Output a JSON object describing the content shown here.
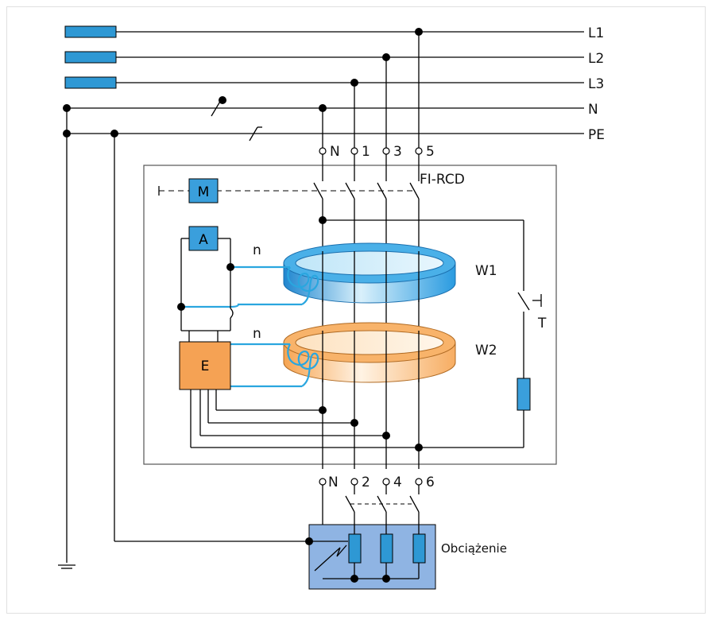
{
  "lines": {
    "l1": "L1",
    "l2": "L2",
    "l3": "L3",
    "n": "N",
    "pe": "PE"
  },
  "top_terminals": {
    "n": "N",
    "t1": "1",
    "t3": "3",
    "t5": "5"
  },
  "bottom_terminals": {
    "n": "N",
    "t2": "2",
    "t4": "4",
    "t6": "6"
  },
  "device_label": "FI-RCD",
  "blocks": {
    "m": "M",
    "a": "A",
    "e": "E"
  },
  "cores": {
    "w1": "W1",
    "w2": "W2",
    "n_upper": "n",
    "n_lower": "n"
  },
  "test_button": "T",
  "load_label": "Obciążenie",
  "colors": {
    "fuse": "#2e98d4",
    "block_blue": "#3a9fdc",
    "block_orange": "#f5a254",
    "load_box": "#8fb4e3",
    "wire_blue": "#2aa6df",
    "core_blue": "#2b9be0",
    "core_orange": "#f8b36a",
    "frame": "#555555"
  }
}
